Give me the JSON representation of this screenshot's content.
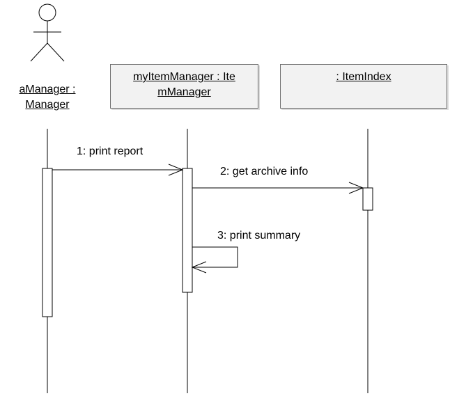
{
  "participants": [
    {
      "kind": "actor",
      "label_lines": [
        "aManager :",
        "Manager"
      ]
    },
    {
      "kind": "object",
      "label_lines": [
        "myItemManager : Ite",
        "mManager"
      ]
    },
    {
      "kind": "object",
      "label_lines": [
        ": ItemIndex"
      ]
    }
  ],
  "messages": [
    {
      "label": "1: print report",
      "from": "aManager : Manager",
      "to": "myItemManager : ItemManager"
    },
    {
      "label": "2: get archive info",
      "from": "myItemManager : ItemManager",
      "to": ": ItemIndex"
    },
    {
      "label": "3: print summary",
      "from": "myItemManager : ItemManager",
      "to": "myItemManager : ItemManager"
    }
  ],
  "colors": {
    "box_fill": "#f2f2f2",
    "box_border": "#6e6e6e",
    "line": "#000000"
  }
}
